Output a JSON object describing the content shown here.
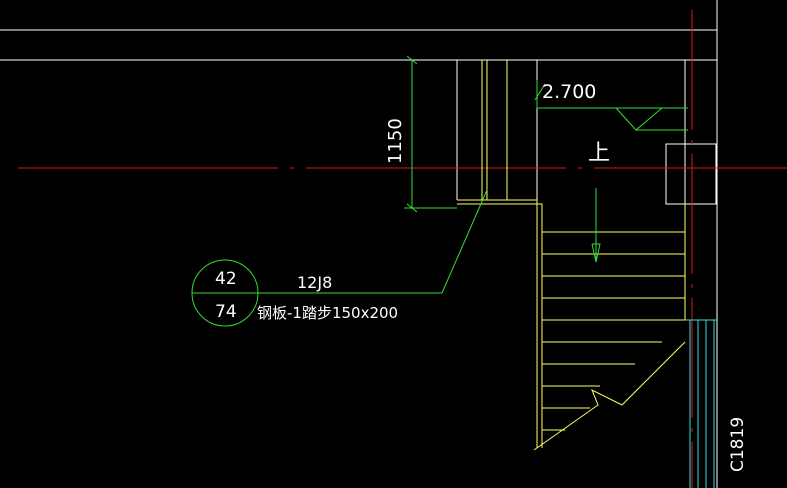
{
  "colors": {
    "background": "#000000",
    "white_line": "#ffffff",
    "yellow_line": "#ffff66",
    "green_line": "#33dd33",
    "red_axis": "#e01818",
    "cyan_line": "#33e0e0",
    "text": "#ffffff"
  },
  "dimension": {
    "value": "1150"
  },
  "elevation": {
    "value": "2.700"
  },
  "stair_direction": {
    "label": "上"
  },
  "detail_callout": {
    "top_number": "42",
    "bottom_number": "74",
    "standard_code": "12J8",
    "note": "钢板-1踏步150x200"
  },
  "window_tag": {
    "label": "C1819"
  }
}
